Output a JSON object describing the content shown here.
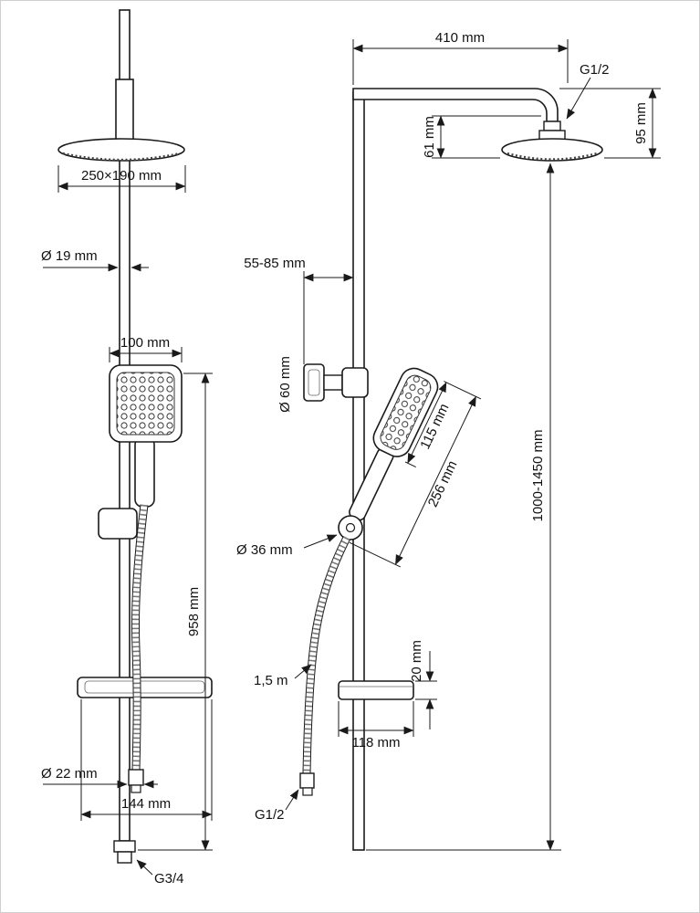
{
  "colors": {
    "line": "#1a1a1a",
    "background": "#ffffff"
  },
  "front_view": {
    "head_size": "250×190 mm",
    "pipe_diameter": "Ø 19 mm",
    "handset_width": "100 mm",
    "bar_height": "958 mm",
    "hose_nut_diameter": "Ø 22 mm",
    "base_width": "144 mm",
    "inlet_thread": "G3/4"
  },
  "side_view": {
    "arm_reach": "410 mm",
    "head_thread": "G1/2",
    "arm_height": "95 mm",
    "head_drop": "61 mm",
    "wall_offset": "55-85 mm",
    "escutcheon_diameter": "Ø 60 mm",
    "handset_head_length": "115 mm",
    "handset_length": "256 mm",
    "holder_diameter": "Ø 36 mm",
    "column_height": "1000-1450 mm",
    "shelf_thickness": "20 mm",
    "hose_length": "1,5 m",
    "shelf_width": "118 mm",
    "hose_thread": "G1/2"
  }
}
